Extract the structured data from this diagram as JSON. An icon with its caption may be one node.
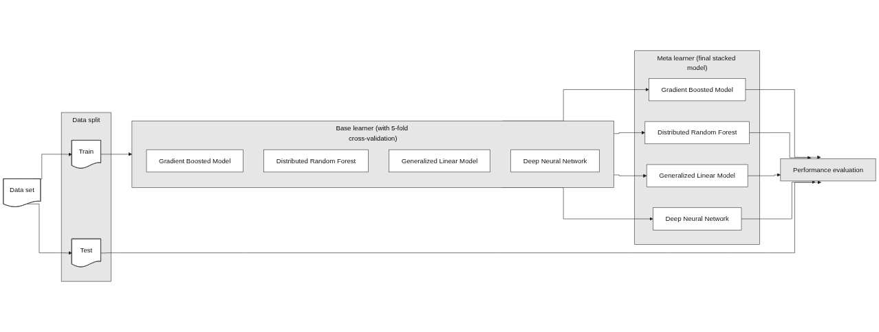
{
  "diagram": {
    "nodes": [
      {
        "text": [
          "Data set"
        ]
      },
      {
        "text": [
          "Data split"
        ]
      },
      {
        "text": [
          "Train"
        ],
        "in": 1
      },
      {
        "text": [
          "Test"
        ],
        "in": 1
      },
      {
        "text": [
          "Base learner (with 5-fold cross-validation)"
        ]
      },
      {
        "text": [
          "Gradient Boosted Model"
        ],
        "in": 4
      },
      {
        "text": [
          "Distributed Random Forest"
        ],
        "in": 4
      },
      {
        "text": [
          "Generalized Linear Model"
        ],
        "in": 4
      },
      {
        "text": [
          "Deep Neural Network"
        ],
        "in": 4
      },
      {
        "text": [
          "Meta learner (final stacked model)"
        ]
      },
      {
        "text": [
          "Gradient Boosted Model"
        ],
        "in": 9
      },
      {
        "text": [
          "Distributed Random Forest"
        ],
        "in": 9
      },
      {
        "text": [
          "Generalized Linear Model"
        ],
        "in": 9
      },
      {
        "text": [
          "Deep Neural Network"
        ],
        "in": 9
      },
      {
        "text": [
          "Performance evaluation"
        ]
      }
    ],
    "edges": [
      {
        "from": 0,
        "to": 2,
        "arrow": "to"
      },
      {
        "from": 0,
        "to": 3,
        "arrow": "to"
      },
      {
        "from": 2,
        "to": 4,
        "arrow": "to"
      },
      {
        "from": 4,
        "to": 10,
        "arrow": "to"
      },
      {
        "from": 4,
        "to": 11,
        "arrow": "to"
      },
      {
        "from": 4,
        "to": 12,
        "arrow": "to"
      },
      {
        "from": 4,
        "to": 13,
        "arrow": "to"
      },
      {
        "from": 10,
        "to": 14,
        "arrow": "to"
      },
      {
        "from": 11,
        "to": 14,
        "arrow": "to"
      },
      {
        "from": 12,
        "to": 14,
        "arrow": "to"
      },
      {
        "from": 13,
        "to": 14,
        "arrow": "to"
      },
      {
        "from": 3,
        "to": 14,
        "arrow": "to"
      }
    ]
  }
}
